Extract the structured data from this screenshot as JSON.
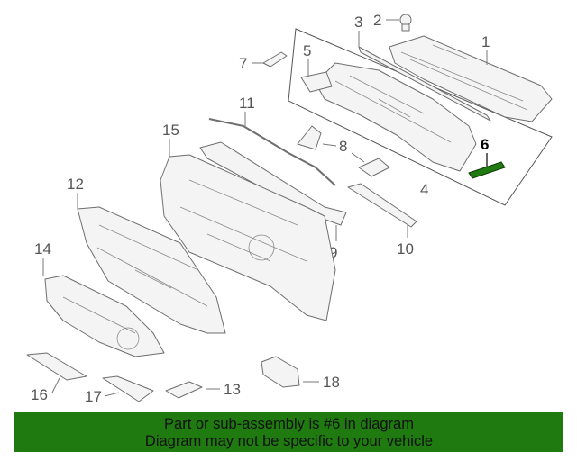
{
  "callouts": {
    "c1": "1",
    "c2": "2",
    "c3": "3",
    "c4": "4",
    "c5": "5",
    "c6": "6",
    "c7": "7",
    "c8": "8",
    "c9": "9",
    "c10": "10",
    "c11": "11",
    "c12": "12",
    "c13": "13",
    "c14": "14",
    "c15": "15",
    "c16": "16",
    "c17": "17",
    "c18": "18"
  },
  "highlighted_part": "6",
  "banner": {
    "line1": "Part or sub-assembly is #6 in diagram",
    "line2": "Diagram may not be specific to your vehicle",
    "background": "#1f7a10"
  },
  "colors": {
    "outline": "#6e6e6e",
    "callout": "#555555",
    "highlight": "#1f7a10"
  }
}
